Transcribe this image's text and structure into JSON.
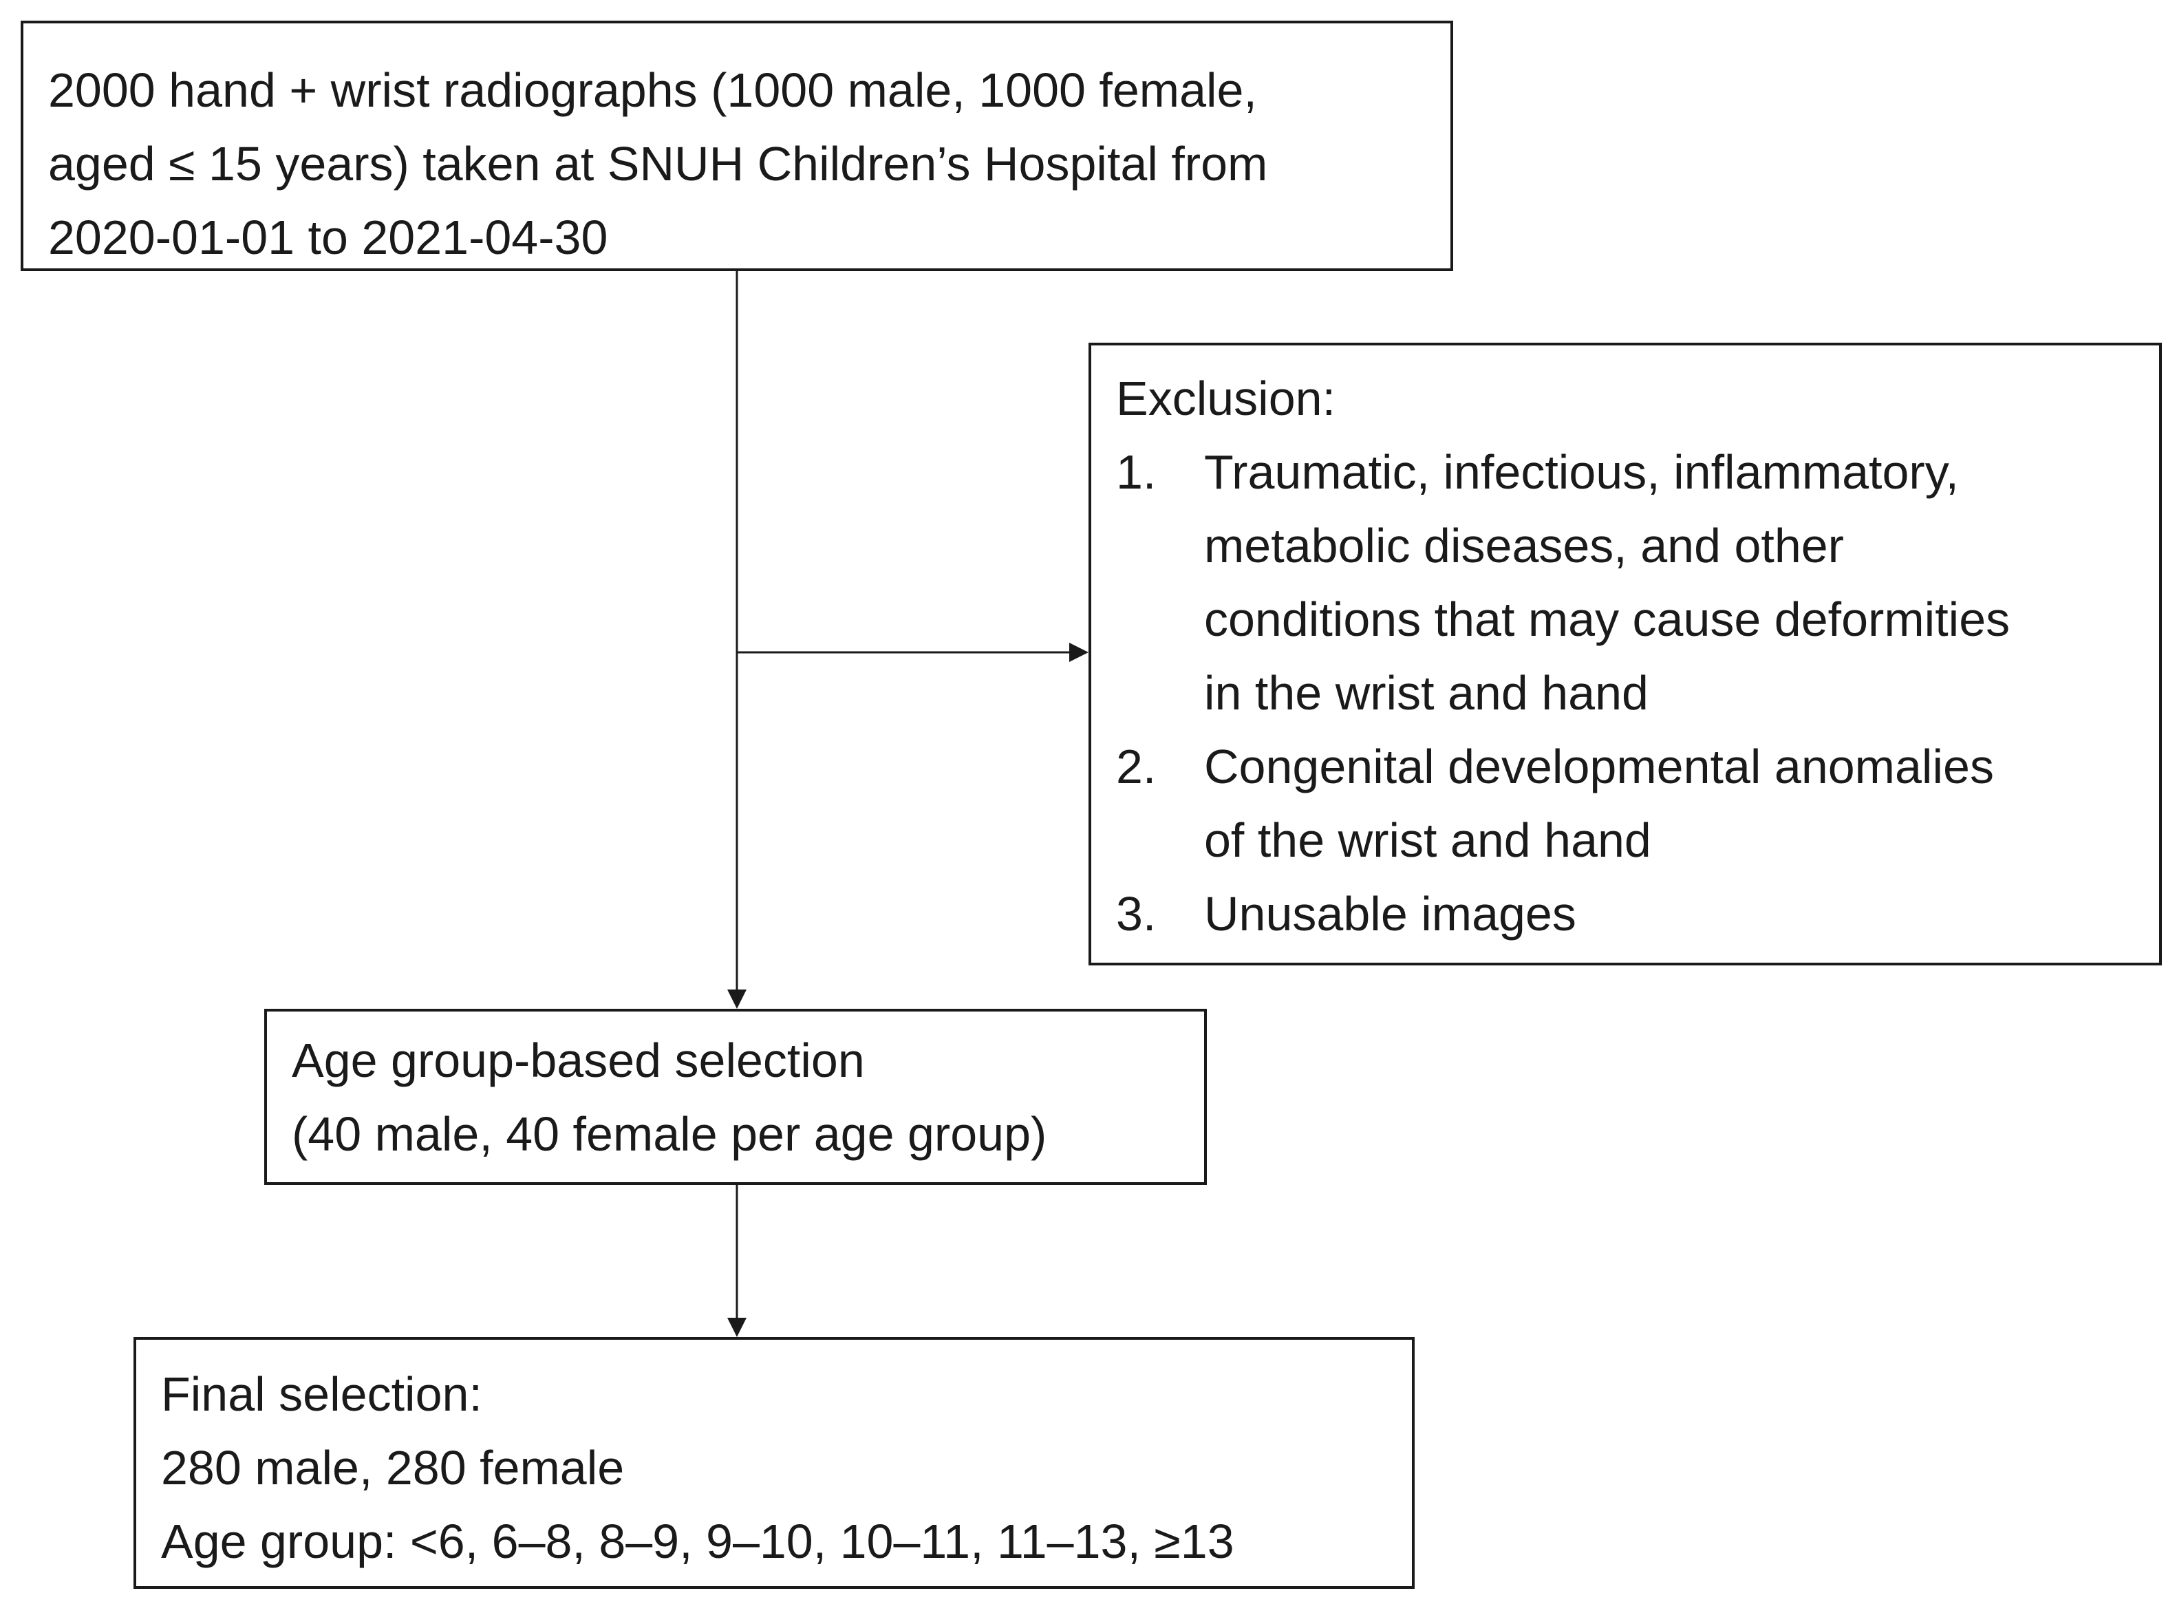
{
  "source_box": {
    "lines": [
      "2000 hand + wrist radiographs (1000 male, 1000 female,",
      "aged ≤ 15 years) taken at SNUH Children’s Hospital from",
      "2020-01-01 to 2021-04-30"
    ]
  },
  "exclusion_box": {
    "heading": "Exclusion:",
    "items": [
      {
        "number": "1.",
        "lines": [
          "Traumatic, infectious, inflammatory,",
          "metabolic diseases, and other",
          "conditions that may cause deformities",
          "in the wrist and hand"
        ]
      },
      {
        "number": "2.",
        "lines": [
          "Congenital developmental anomalies",
          "of the wrist and hand"
        ]
      },
      {
        "number": "3.",
        "lines": [
          "Unusable images"
        ]
      }
    ]
  },
  "age_box": {
    "lines": [
      "Age group-based selection",
      "(40 male, 40 female per age group)"
    ]
  },
  "final_box": {
    "lines": [
      "Final selection:",
      "280 male, 280 female",
      "Age group: <6, 6–8, 8–9, 9–10, 10–11, 11–13, ≥13"
    ]
  },
  "colors": {
    "stroke": "#1a1a1a",
    "background": "#ffffff"
  }
}
